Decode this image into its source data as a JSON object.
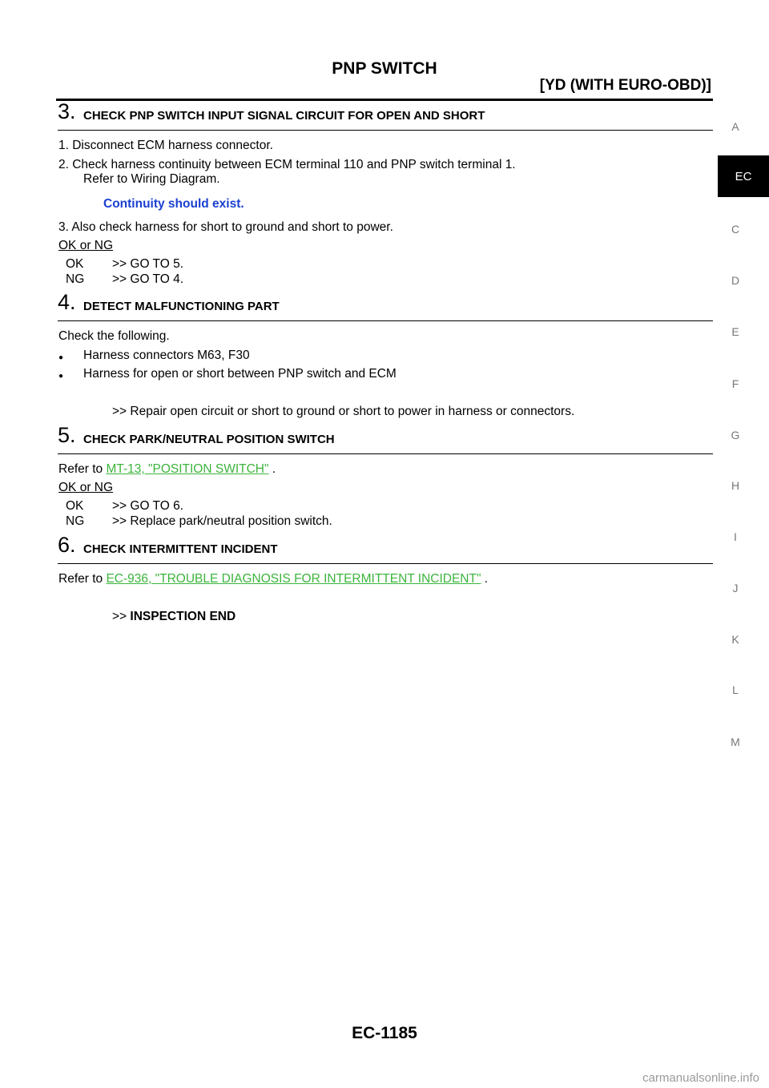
{
  "header": {
    "title": "PNP SWITCH",
    "subtitle": "[YD (WITH EURO-OBD)]"
  },
  "sidebar": {
    "letters": [
      "A",
      "C",
      "D",
      "E",
      "F",
      "G",
      "H",
      "I",
      "J",
      "K",
      "L",
      "M"
    ],
    "active": "EC"
  },
  "step3": {
    "num": "3.",
    "title": "CHECK PNP SWITCH INPUT SIGNAL CIRCUIT FOR OPEN AND SHORT",
    "line1": "1.   Disconnect ECM harness connector.",
    "line2": "2.   Check harness continuity between ECM terminal 110 and PNP switch terminal 1.",
    "line2b": "Refer to Wiring Diagram.",
    "spec": "Continuity should exist.",
    "line3": "3.   Also check harness for short to ground and short to power.",
    "okng": "OK or NG",
    "ok_label": "OK",
    "ok_action": ">> GO TO 5.",
    "ng_label": "NG",
    "ng_action": ">> GO TO 4."
  },
  "step4": {
    "num": "4.",
    "title": "DETECT MALFUNCTIONING PART",
    "intro": "Check the following.",
    "bullet1": "Harness connectors M63, F30",
    "bullet2": "Harness for open or short between PNP switch and ECM",
    "action": ">> Repair open circuit or short to ground or short to power in harness or connectors."
  },
  "step5": {
    "num": "5.",
    "title": "CHECK PARK/NEUTRAL POSITION SWITCH",
    "refer_prefix": "Refer to ",
    "refer_link": "MT-13, \"POSITION SWITCH\"",
    "refer_suffix": " .",
    "okng": "OK or NG",
    "ok_label": "OK",
    "ok_action": ">> GO TO 6.",
    "ng_label": "NG",
    "ng_action": ">> Replace park/neutral position switch."
  },
  "step6": {
    "num": "6.",
    "title": "CHECK INTERMITTENT INCIDENT",
    "refer_prefix": "Refer to ",
    "refer_link": "EC-936, \"TROUBLE DIAGNOSIS FOR INTERMITTENT INCIDENT\"",
    "refer_suffix": " .",
    "arrow": ">>",
    "end": "INSPECTION END"
  },
  "footer": {
    "page": "EC-1185"
  },
  "watermark": "carmanualsonline.info"
}
